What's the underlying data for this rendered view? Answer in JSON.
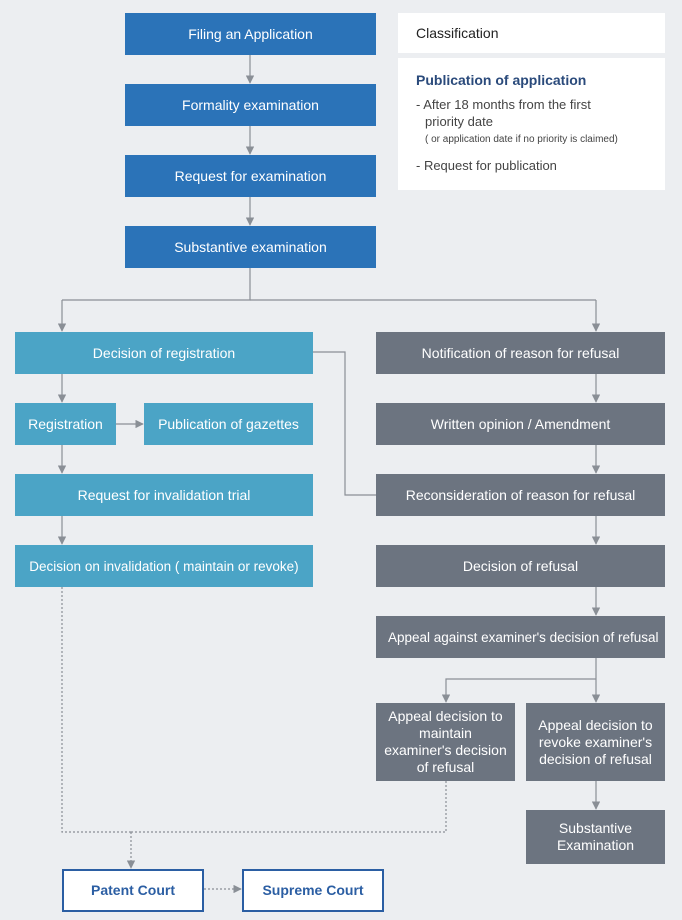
{
  "flow": {
    "filing": "Filing an Application",
    "formality": "Formality examination",
    "request_exam": "Request for examination",
    "substantive": "Substantive examination",
    "decision_registration": "Decision of registration",
    "registration": "Registration",
    "publication_gazettes": "Publication of gazettes",
    "request_invalidation": "Request for invalidation trial",
    "decision_invalidation": "Decision on invalidation ( maintain or revoke)",
    "notification_refusal": "Notification of reason for refusal",
    "written_opinion": "Written opinion / Amendment",
    "reconsideration": "Reconsideration of reason for refusal",
    "decision_refusal": "Decision of refusal",
    "appeal": "Appeal against examiner's decision of refusal",
    "appeal_maintain": "Appeal decision to maintain examiner's decision of refusal",
    "appeal_revoke": "Appeal decision to revoke examiner's decision of refusal",
    "substantive_examination": "Substantive Examination",
    "patent_court": "Patent Court",
    "supreme_court": "Supreme Court"
  },
  "classification": {
    "title": "Classification",
    "publication_title": "Publication of application",
    "item1_line1": "- After 18 months from the first",
    "item1_line2": "priority date",
    "item1_note": "( or application date if no priority is claimed)",
    "item2": "- Request for publication"
  },
  "colors": {
    "blue": "#2b73b8",
    "teal": "#4ba4c6",
    "gray": "#6c7480",
    "court_border": "#2b5ea3",
    "connector": "#8a8f96"
  }
}
